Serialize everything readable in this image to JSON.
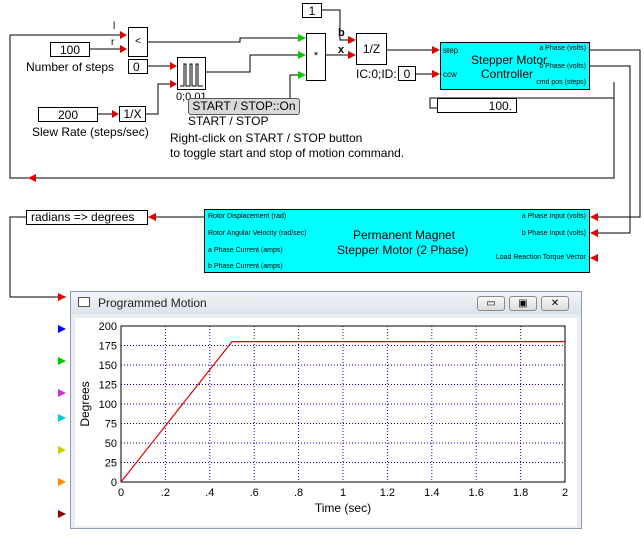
{
  "blocks": {
    "const_one": "1",
    "num_steps": "100",
    "num_steps_label": "Number of steps",
    "zero_input": "0",
    "slew_rate": "200",
    "slew_rate_label": "Slew Rate (steps/sec)",
    "reciprocal": "1/X",
    "compare_symbol": "<",
    "compare_in_l": "l",
    "compare_in_r": "r",
    "multiply_symbol": "*",
    "delay_block": "1/Z",
    "delay_in_b": "b",
    "delay_in_x": "x",
    "ic_label": "IC:0;ID:",
    "ic_value": "0",
    "pulse_params": "0;0.01",
    "start_stop_button": "START / STOP::On",
    "start_stop_label": "START / STOP",
    "help_text_1": "Right-click on START / STOP button",
    "help_text_2": "to toggle start and stop of motion command.",
    "cmd_pos_display": "100.",
    "rad_deg": "radians => degrees"
  },
  "controller": {
    "title_1": "Stepper Motor",
    "title_2": "Controller",
    "in_step": "step",
    "in_ccw": "ccw",
    "out_a": "a Phase (volts)",
    "out_b": "b Phase (volts)",
    "out_cmd": "cmd pos (steps)"
  },
  "motor": {
    "title_1": "Permanent Magnet",
    "title_2": "Stepper Motor (2 Phase)",
    "out_1": "Rotor Displacement (rad)",
    "out_2": "Rotor Angular Velocity (rad/sec)",
    "out_3": "a Phase Current (amps)",
    "out_4": "b Phase Current (amps)",
    "in_1": "a Phase Input (volts)",
    "in_2": "b Phase Input (volts)",
    "in_3": "Load Reaction Torque Vector"
  },
  "plot_window": {
    "title": "Programmed Motion",
    "minimize": "▭",
    "maximize": "▣",
    "close": "✕"
  },
  "colors": {
    "cyan": "#00ffff",
    "trace": "#e00000",
    "grid": "#0000cc",
    "arrow_red": "#e00000",
    "arrow_green": "#00cc00"
  },
  "chart_data": {
    "type": "line",
    "title": "",
    "xlabel": "Time (sec)",
    "ylabel": "Degrees",
    "xlim": [
      0,
      2
    ],
    "ylim": [
      0,
      200
    ],
    "xticks": [
      "0",
      ".2",
      ".4",
      ".6",
      ".8",
      "1",
      "1.2",
      "1.4",
      "1.6",
      "1.8",
      "2"
    ],
    "yticks": [
      "0",
      "25",
      "50",
      "75",
      "100",
      "125",
      "150",
      "175",
      "200"
    ],
    "grid": true,
    "series": [
      {
        "x": [
          0,
          0.5,
          0.52,
          2
        ],
        "y": [
          0,
          180,
          180,
          180
        ],
        "color": "#e00000"
      }
    ]
  }
}
